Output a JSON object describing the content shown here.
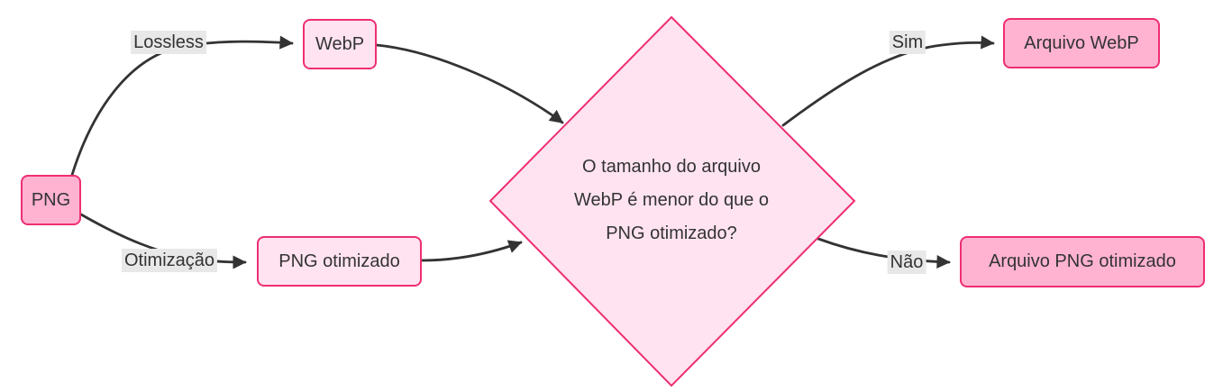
{
  "diagram": {
    "type": "flowchart",
    "direction": "left-to-right",
    "nodes": {
      "png": {
        "label": "PNG",
        "style": "strong-pink"
      },
      "webp": {
        "label": "WebP",
        "style": "light-pink"
      },
      "png_otimizado": {
        "label": "PNG otimizado",
        "style": "light-pink"
      },
      "decision": {
        "shape": "diamond",
        "lines": [
          "O tamanho do arquivo",
          "WebP é menor do que o",
          "PNG otimizado?"
        ],
        "style": "light-pink"
      },
      "arquivo_webp": {
        "label": "Arquivo WebP",
        "style": "strong-pink"
      },
      "arquivo_png_otimizado": {
        "label": "Arquivo PNG otimizado",
        "style": "strong-pink"
      }
    },
    "edge_labels": {
      "lossless": "Lossless",
      "otimizacao": "Otimização",
      "sim": "Sim",
      "nao": "Não"
    },
    "edges": [
      {
        "from": "png",
        "to": "webp",
        "label": "Lossless"
      },
      {
        "from": "png",
        "to": "png_otimizado",
        "label": "Otimização"
      },
      {
        "from": "webp",
        "to": "decision",
        "label": ""
      },
      {
        "from": "png_otimizado",
        "to": "decision",
        "label": ""
      },
      {
        "from": "decision",
        "to": "arquivo_webp",
        "label": "Sim"
      },
      {
        "from": "decision",
        "to": "arquivo_png_otimizado",
        "label": "Não"
      }
    ]
  },
  "colors": {
    "node_fill_strong": "#ffb3d1",
    "node_fill_light": "#ffe3f0",
    "node_border": "#ee2e72",
    "edge": "#333333",
    "edge_label_bg": "#e8e8e8",
    "text": "#333333",
    "canvas_bg": "#ffffff"
  }
}
